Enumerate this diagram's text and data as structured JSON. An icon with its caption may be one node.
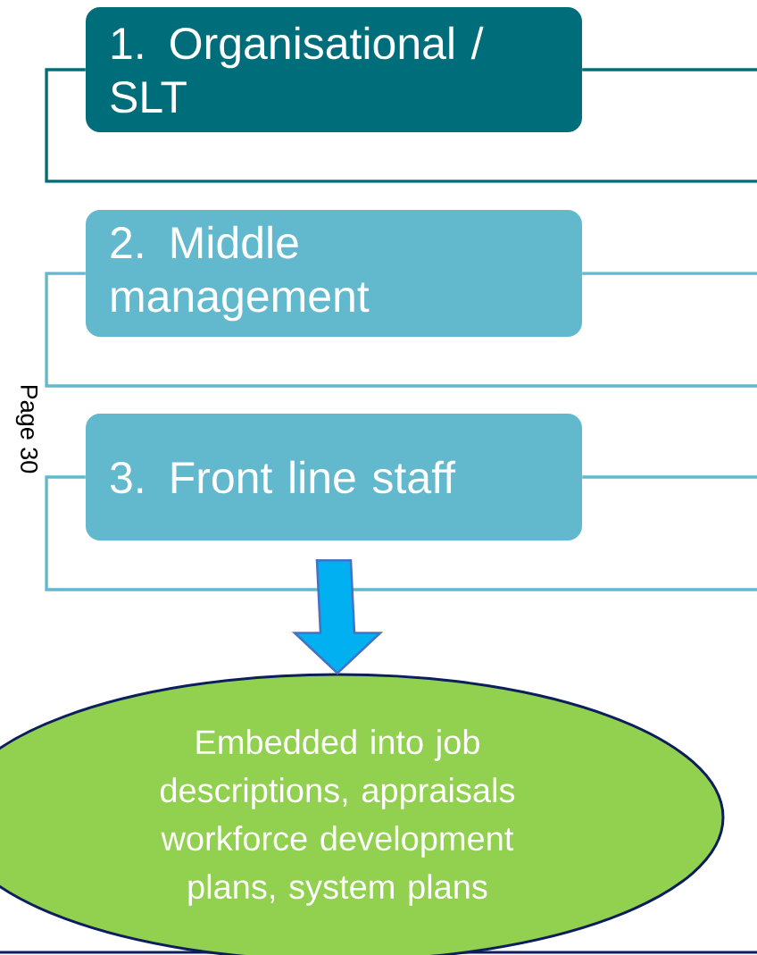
{
  "diagram": {
    "nodes": [
      {
        "text": [
          "1. Organisational / SLT"
        ]
      },
      {
        "text": [
          "2. Middle management"
        ]
      },
      {
        "text": [
          "3. Front line staff"
        ]
      },
      {
        "text": [
          "Embedded into job descriptions, appraisals workforce development plans, system plans"
        ]
      }
    ],
    "edges": [
      {
        "from": 0,
        "to": null,
        "arrow": "none",
        "color": "#006e7a"
      },
      {
        "from": 0,
        "to": null,
        "arrow": "none",
        "color": "#006e7a"
      },
      {
        "from": 1,
        "to": null,
        "arrow": "none"
      },
      {
        "from": 1,
        "to": null,
        "arrow": "none"
      },
      {
        "from": 2,
        "to": null,
        "arrow": "none"
      },
      {
        "from": 2,
        "to": null,
        "arrow": "none"
      },
      {
        "from": 2,
        "to": 3,
        "arrow": "to",
        "style": "thick",
        "color": "#00b0f0"
      }
    ],
    "labels": [
      "Page 30"
    ]
  }
}
